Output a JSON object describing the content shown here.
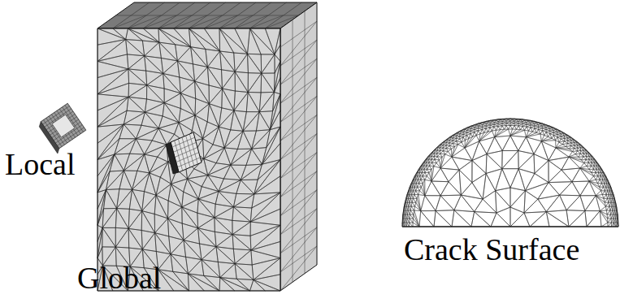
{
  "diagram": {
    "labels": [
      "Local",
      "Global",
      "Crack Surface"
    ]
  }
}
